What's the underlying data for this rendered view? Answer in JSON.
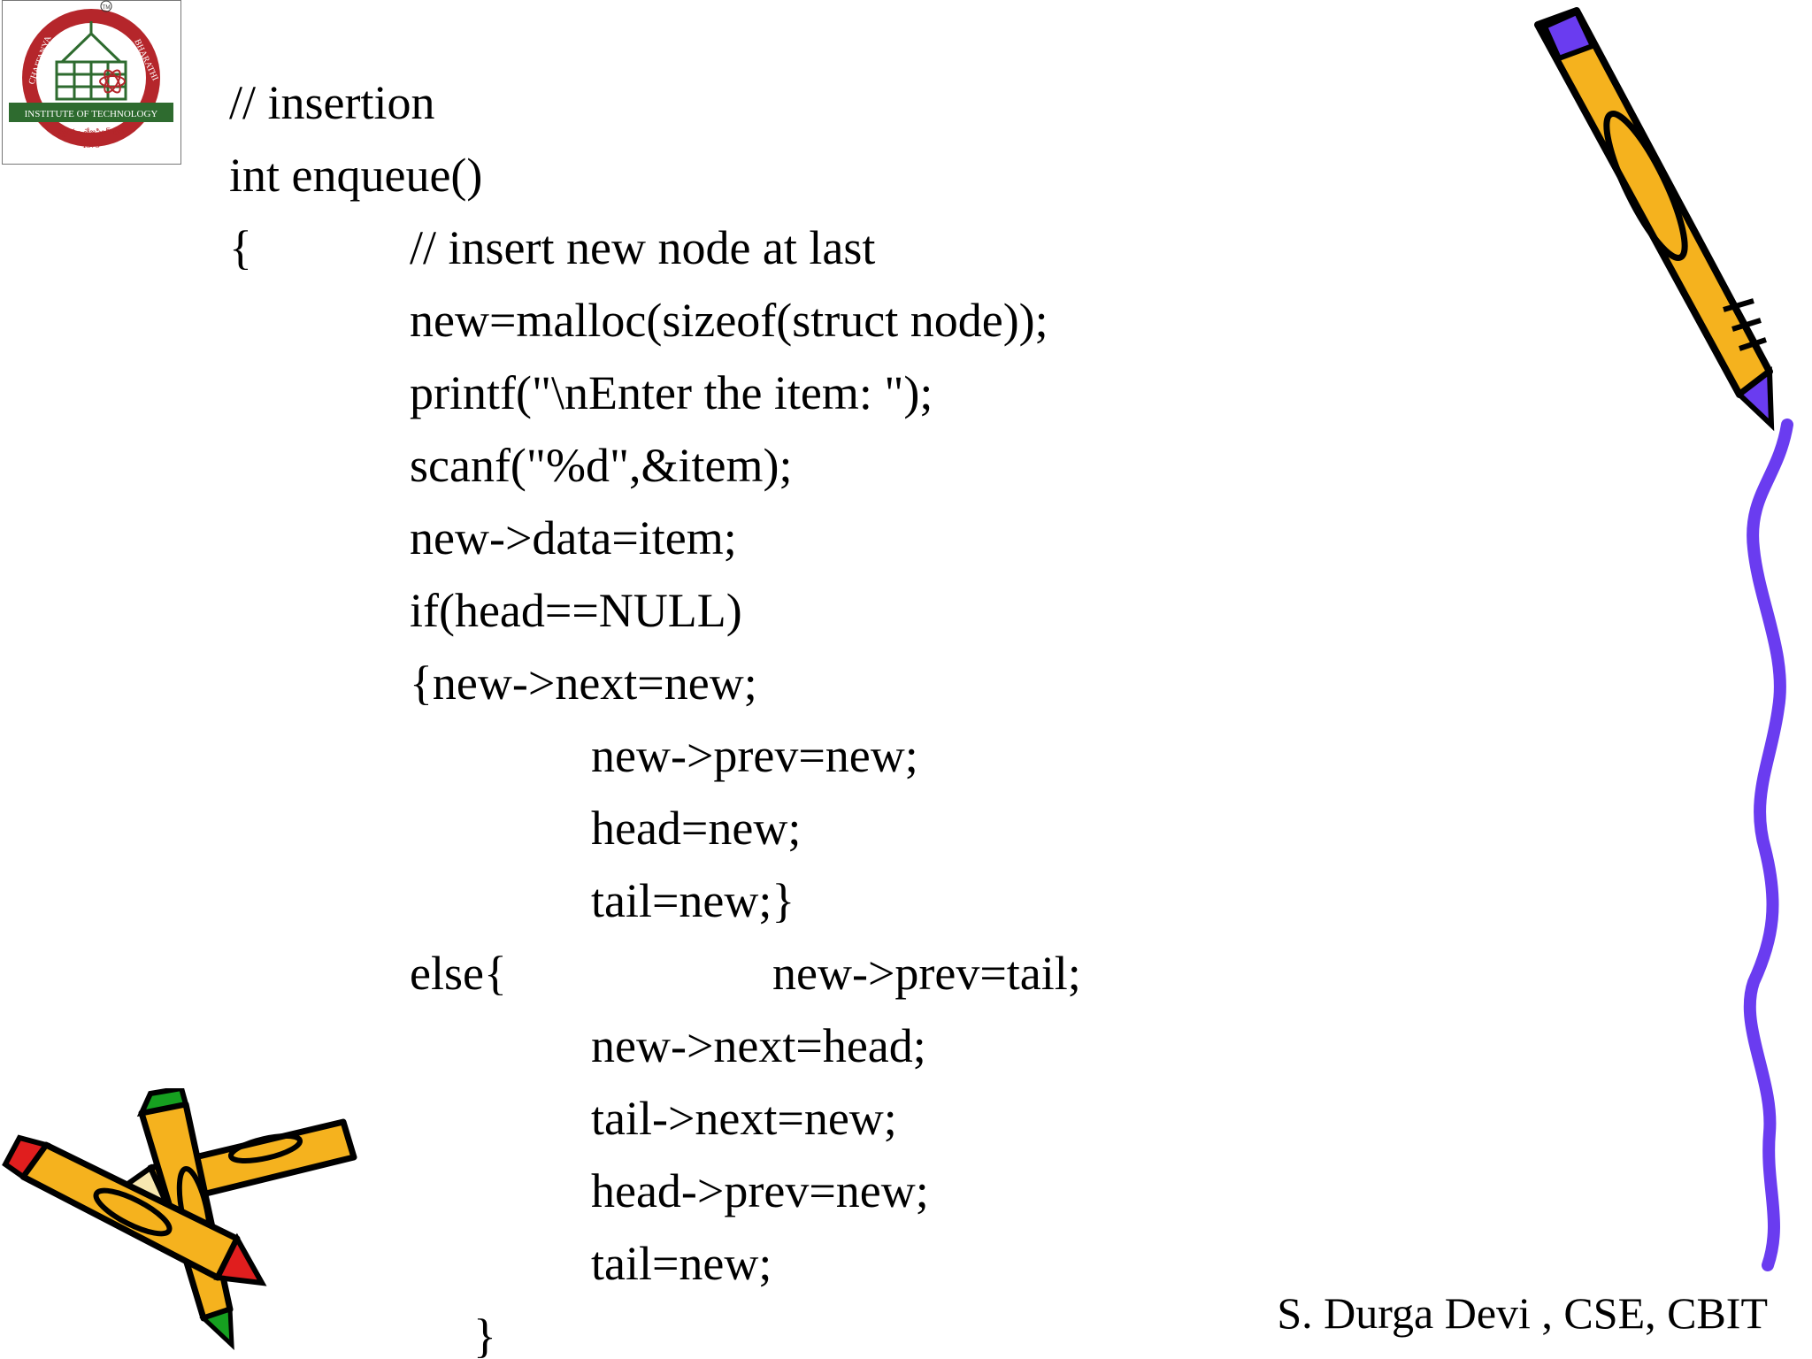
{
  "logo": {
    "arc_left": "CHAITANYA",
    "arc_right": "BHARATHI",
    "band": "INSTITUTE OF TECHNOLOGY",
    "motto": "స్వయం తేజస్విన్ భవ",
    "year": "1979",
    "tm": "TM"
  },
  "code": {
    "line01": "// insertion",
    "line02": "int enqueue()",
    "line03_brace": "{",
    "line03_comment": "// insert new node at last",
    "line04": "new=malloc(sizeof(struct node));",
    "line05": "printf(\"\\nEnter the item: \");",
    "line06": "scanf(\"%d\",&item);",
    "line07": "new->data=item;",
    "line08": "if(head==NULL)",
    "line09": "{new->next=new;",
    "line10": "new->prev=new;",
    "line11": "head=new;",
    "line12": "tail=new;}",
    "line13_else": "else{",
    "line13_stmt": "new->prev=tail;",
    "line14": "new->next=head;",
    "line15": "tail->next=new;",
    "line16": "head->prev=new;",
    "line17": "tail=new;",
    "line18": "}"
  },
  "footer": {
    "author": "S. Durga Devi , CSE, CBIT"
  },
  "colors": {
    "pencil_body": "#F5B21E",
    "pencil_outline": "#000000",
    "purple": "#6A3CF0",
    "eraser_red": "#E01E1E",
    "eraser_green": "#16A020",
    "logo_red": "#B5262B",
    "logo_green": "#2E6B2F"
  }
}
